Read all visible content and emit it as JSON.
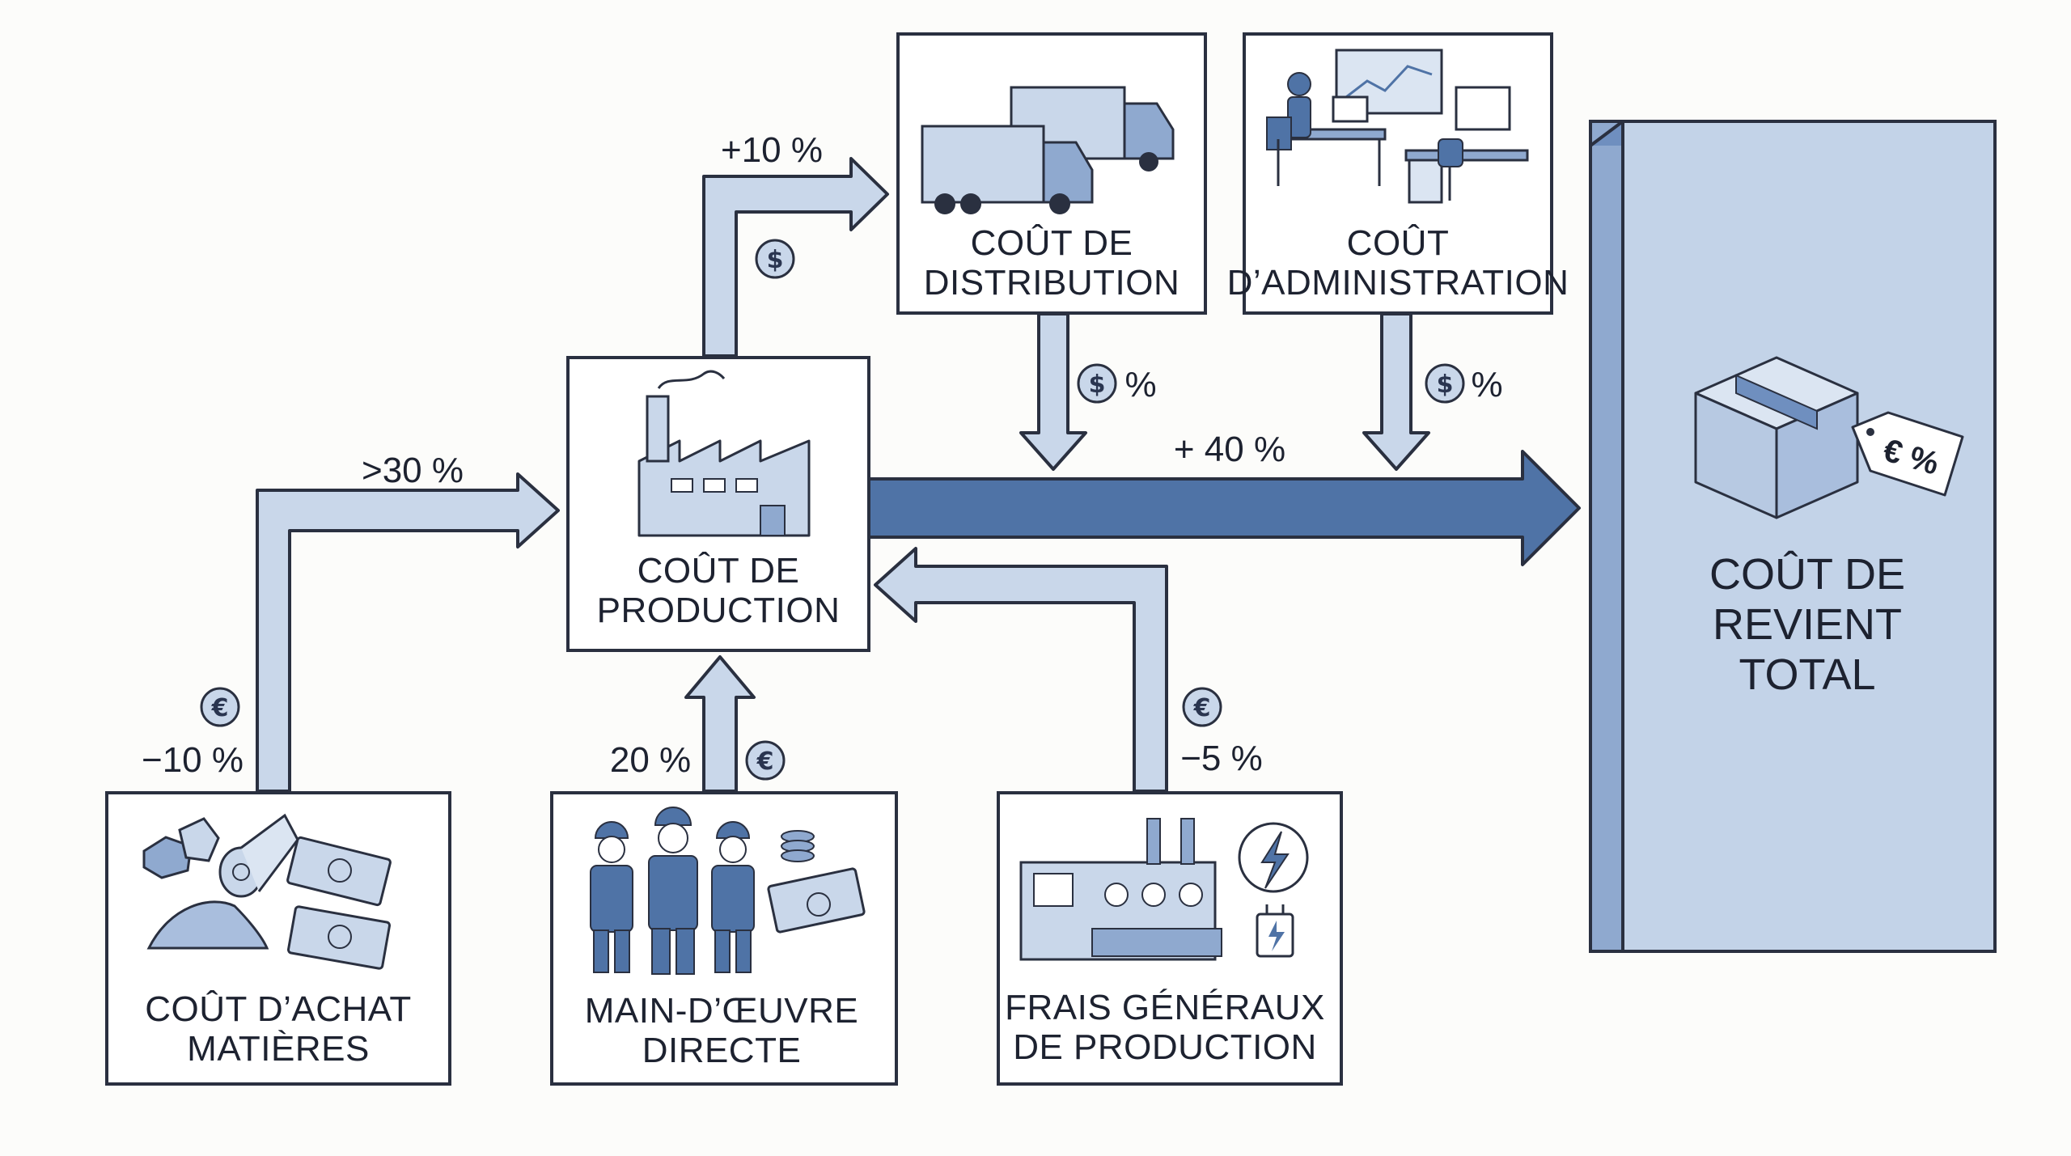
{
  "boxes": {
    "distribution": {
      "line1": "COÛT DE",
      "line2": "DISTRIBUTION"
    },
    "administration": {
      "line1": "COÛT",
      "line2": "D’ADMINISTRATION"
    },
    "production": {
      "line1": "COÛT DE",
      "line2": "PRODUCTION"
    },
    "materials": {
      "line1": "COÛT D’ACHAT",
      "line2": "MATIÈRES"
    },
    "labor": {
      "line1": "MAIN-D’ŒUVRE",
      "line2": "DIRECTE"
    },
    "overhead": {
      "line1": "FRAIS GÉNÉRAUX",
      "line2": "DE PRODUCTION"
    },
    "total": {
      "line1": "COÛT DE",
      "line2": "REVIENT",
      "line3": "TOTAL"
    }
  },
  "flows": {
    "materials_pct": "−10 %",
    "materials_to_production": ">30 %",
    "labor_pct": "20 %",
    "overhead_pct": "−5 %",
    "production_to_distribution": "+10 %",
    "main_flow": "+ 40 %",
    "percent_sign": "%",
    "price_tag": "€ %"
  },
  "badges": {
    "euro": "€",
    "dollar": "$"
  },
  "colors": {
    "accent": "#4f73a6",
    "light": "#c9d7ea",
    "outline": "#2a3040",
    "total_fill": "#c3d3e8"
  }
}
